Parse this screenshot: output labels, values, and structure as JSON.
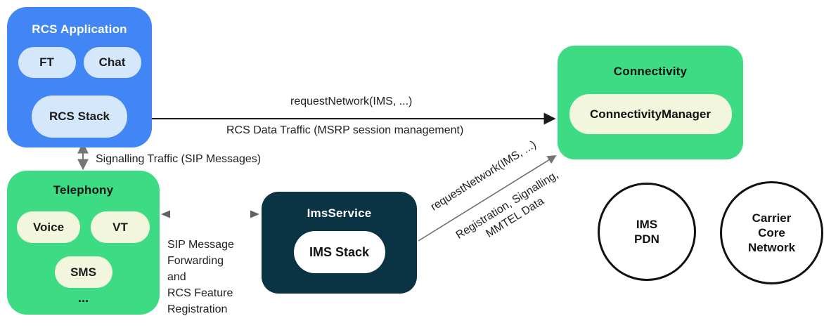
{
  "diagram": {
    "rcs_application": {
      "title": "RCS Application",
      "pills": {
        "ft": "FT",
        "chat": "Chat",
        "rcs_stack": "RCS Stack"
      }
    },
    "telephony": {
      "title": "Telephony",
      "pills": {
        "voice": "Voice",
        "vt": "VT",
        "sms": "SMS"
      },
      "ellipsis": "..."
    },
    "ims_service": {
      "title": "ImsService",
      "pills": {
        "ims_stack": "IMS Stack"
      }
    },
    "connectivity": {
      "title": "Connectivity",
      "pills": {
        "connectivity_manager": "ConnectivityManager"
      }
    },
    "circles": {
      "ims_pdn": "IMS\nPDN",
      "carrier_core": "Carrier\nCore\nNetwork"
    },
    "labels": {
      "request_network_horizontal": "requestNetwork(IMS, ...)",
      "rcs_data_traffic": "RCS Data Traffic (MSRP session management)",
      "signalling_traffic": "Signalling Traffic (SIP Messages)",
      "sip_forwarding": "SIP Message\nForwarding\nand\nRCS Feature\nRegistration",
      "request_network_diagonal": "requestNetwork(IMS, ...)",
      "registration_signalling": "Registration, Signalling,\nMMTEL Data"
    },
    "colors": {
      "rcs_app_blue": "#4285F4",
      "blue_pill": "#D4E7FB",
      "android_green": "#3DDC84",
      "green_pill": "#F2F6DC",
      "ims_dark_navy": "#0A3444",
      "white_pill": "#FFFFFF",
      "arrow_black": "#1B1B1B",
      "arrow_gray": "#757575"
    }
  }
}
